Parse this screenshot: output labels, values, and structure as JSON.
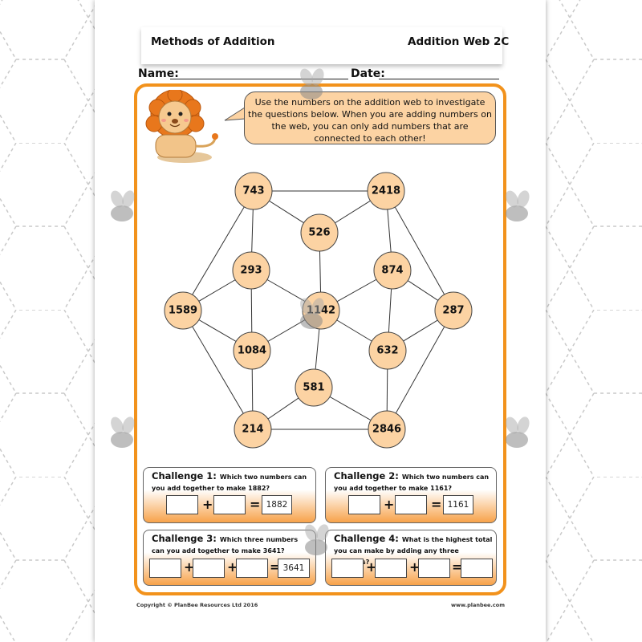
{
  "header": {
    "left_title": "Methods of Addition",
    "right_title": "Addition Web 2C"
  },
  "form": {
    "name_label": "Name:",
    "date_label": "Date:"
  },
  "instructions": "Use the numbers on the addition web to investigate the questions below. When you are adding numbers on the web, you can only add numbers that are connected to each other!",
  "web": {
    "nodes": [
      "743",
      "2418",
      "526",
      "293",
      "874",
      "1589",
      "1142",
      "287",
      "1084",
      "632",
      "581",
      "214",
      "2846"
    ]
  },
  "challenges": [
    {
      "title": "Challenge 1:",
      "question": "Which two numbers can you add together to make 1882?",
      "answer": "1882"
    },
    {
      "title": "Challenge 2:",
      "question": "Which two numbers can you add together to make 1161?",
      "answer": "1161"
    },
    {
      "title": "Challenge 3:",
      "question": "Which three numbers can you add together to make 3641?",
      "answer": "3641"
    },
    {
      "title": "Challenge 4:",
      "question": "What is the highest total you can make by adding any three numbers?",
      "answer": ""
    }
  ],
  "operators": {
    "plus": "+",
    "equals": "="
  },
  "footer": {
    "copyright": "Copyright © PlanBee Resources Ltd 2016",
    "website": "www.planbee.com"
  },
  "colors": {
    "accent_orange": "#f2921c",
    "node_fill": "#fcd3a3",
    "bubble_fill": "#fcd3a3"
  }
}
